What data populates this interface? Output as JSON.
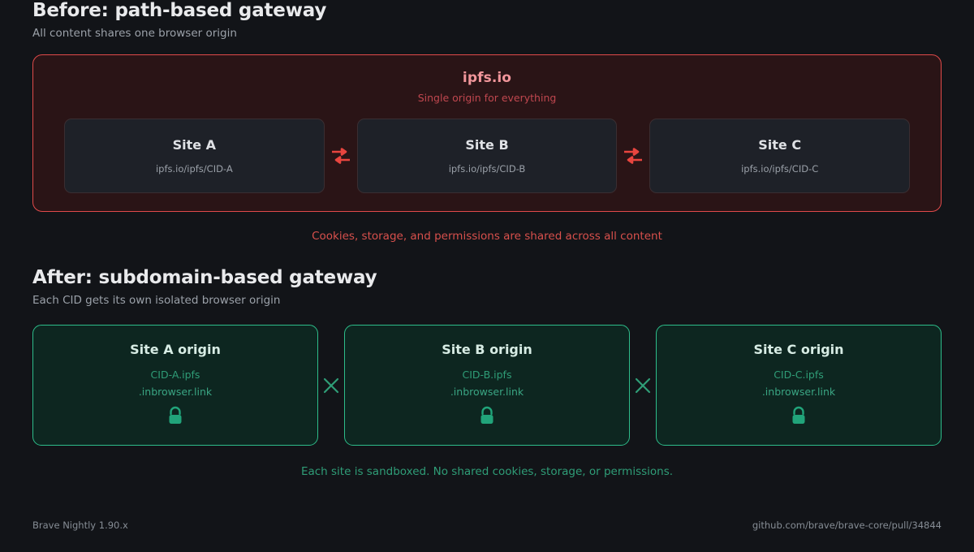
{
  "before": {
    "title": "Before: path-based gateway",
    "subtitle": "All content shares one browser origin",
    "gateway": {
      "name": "ipfs.io",
      "note": "Single origin for everything"
    },
    "sites": [
      {
        "name": "Site A",
        "url": "ipfs.io/ipfs/CID-A"
      },
      {
        "name": "Site B",
        "url": "ipfs.io/ipfs/CID-B"
      },
      {
        "name": "Site C",
        "url": "ipfs.io/ipfs/CID-C"
      }
    ],
    "connector_icon": "bidirectional-exchange-icon",
    "warning": "Cookies, storage, and permissions are shared across all content"
  },
  "after": {
    "title": "After: subdomain-based gateway",
    "subtitle": "Each CID gets its own isolated browser origin",
    "origins": [
      {
        "name": "Site A origin",
        "host_line1": "CID-A.ipfs",
        "host_line2": ".inbrowser.link",
        "icon": "lock-icon"
      },
      {
        "name": "Site B origin",
        "host_line1": "CID-B.ipfs",
        "host_line2": ".inbrowser.link",
        "icon": "lock-icon"
      },
      {
        "name": "Site C origin",
        "host_line1": "CID-C.ipfs",
        "host_line2": ".inbrowser.link",
        "icon": "lock-icon"
      }
    ],
    "separator_icon": "x-no-connection-icon",
    "note": "Each site is sandboxed. No shared cookies, storage, or permissions."
  },
  "footer": {
    "build": "Brave Nightly 1.90.x",
    "source": "github.com/brave/brave-core/pull/34844"
  },
  "colors": {
    "page_background": "#121418",
    "danger": "#e04a4a",
    "danger_fill": "#2a1416",
    "danger_text": "#d8504c",
    "gateway_name": "#f2969b",
    "card_fill": "#1e2128",
    "safe": "#2dbd8a",
    "safe_fill": "#0d2620",
    "safe_text": "#2f9d77",
    "heading": "#e9eaec",
    "muted": "#9ba1a9"
  }
}
